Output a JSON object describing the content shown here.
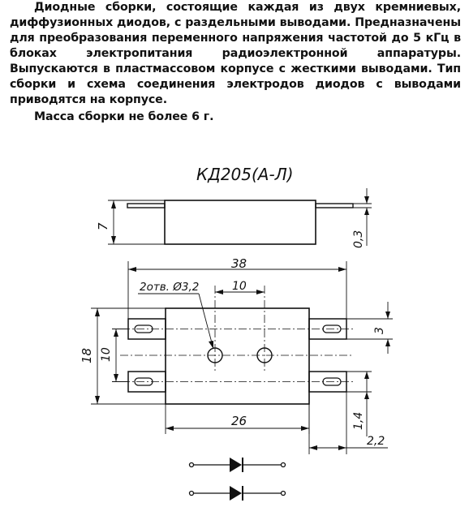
{
  "description": {
    "paragraph": "Диодные сборки, состоящие каждая из двух кремниевых, диффузионных диодов, с раздельными выводами. Предназначены для преобразования переменного напряжения частотой до 5 кГц в блоках электропитания радиоэлектронной аппаратуры. Выпускаются в пластмассовом корпусе с жесткими выводами. Тип сборки и схема соединения электродов диодов с выводами приводятся на корпусе.",
    "mass": "Масса сборки не более 6 г."
  },
  "drawing": {
    "title": "КД205(А-Л)",
    "dims": {
      "height_side": "7",
      "lead_thickness": "0,3",
      "length": "38",
      "holes": "2отв. Ø3,2",
      "hole_spacing": "10",
      "width": "18",
      "inner_width": "10",
      "lead_width": "3",
      "base": "26",
      "lead_offset": "1,4",
      "lead_protrusion": "2,2"
    }
  },
  "colors": {
    "ink": "#111111",
    "paper": "#ffffff"
  }
}
